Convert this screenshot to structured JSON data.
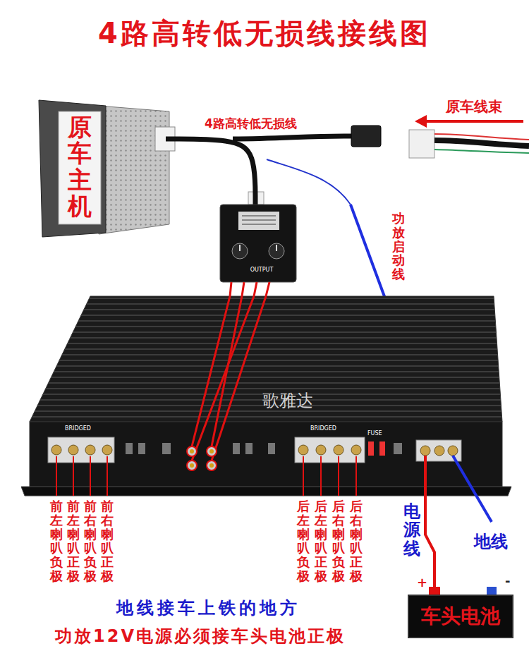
{
  "diagram": {
    "title": "4路高转低无损线接线图",
    "nodes": [
      {
        "text": [
          "原车主机"
        ]
      },
      {
        "text": [
          "OUTPUT"
        ]
      },
      {
        "text": [
          "歌雅达"
        ]
      },
      {
        "text": [
          "车头电池"
        ]
      }
    ],
    "edges": [
      {
        "from": 0,
        "to": 1,
        "arrow": "none",
        "label": "4路高转低无损线"
      },
      {
        "from": 1,
        "to": 2,
        "arrow": "none"
      },
      {
        "from": 2,
        "to": 3,
        "arrow": "none",
        "label": "电源线"
      }
    ],
    "labels": [
      "原车线束",
      "功放启动线",
      "BRIDGED",
      "BRIDGED",
      "FUSE",
      "前左喇叭负极",
      "前左喇叭正极",
      "前右喇叭负极",
      "前右喇叭正极",
      "后左喇叭负极",
      "后左喇叭正极",
      "后右喇叭负极",
      "后右喇叭正极",
      "地线",
      "+",
      "-",
      "地线接车上铁的地方",
      "功放12V电源必须接车头电池正极"
    ]
  }
}
